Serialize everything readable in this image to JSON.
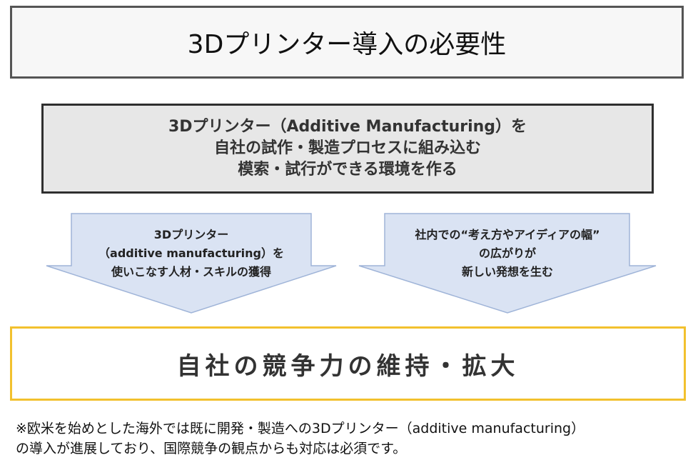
{
  "title": "3Dプリンター導入の必要性",
  "goal": {
    "lines": [
      "3Dプリンター（Additive Manufacturing）を",
      "自社の試作・製造プロセスに組み込む",
      "模索・試行ができる環境を作る"
    ]
  },
  "arrows": [
    {
      "lines": [
        "3Dプリンター",
        "（additive manufacturing）を",
        "使いこなす人材・スキルの獲得"
      ]
    },
    {
      "lines": [
        "社内での“考え方やアイディアの幅”",
        "の広がりが",
        "新しい発想を生む"
      ]
    }
  ],
  "result": "自社の競争力の維持・拡大",
  "note": {
    "lines": [
      "※欧米を始めとした海外では既に開発・製造への3Dプリンター（additive manufacturing）",
      "の導入が進展しており、国際競争の観点からも対応は必須です。"
    ]
  },
  "colors": {
    "title_border": "#555555",
    "goal_fill": "#e7e7e7",
    "arrow_fill": "#dae3f3",
    "arrow_stroke": "#9fb4d8",
    "result_border": "#f2c12e"
  }
}
